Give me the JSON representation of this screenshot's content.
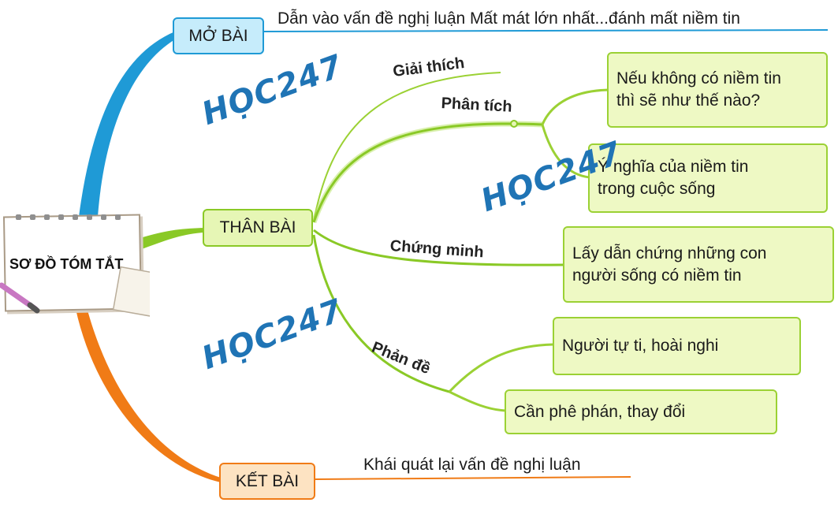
{
  "center": {
    "title": "SƠ ĐỒ TÓM TẮT"
  },
  "mo_bai": {
    "label": "MỞ BÀI",
    "text": "Dẫn vào vấn đề nghị luận Mất mát lớn nhất...đánh mất niềm tin"
  },
  "than_bai": {
    "label": "THÂN BÀI",
    "branches": {
      "giai_thich": "Giải thích",
      "phan_tich": "Phân tích",
      "chung_minh": "Chứng minh",
      "phan_de": "Phản đề"
    },
    "phan_tich_items": [
      "Nếu không có niềm tin\nthì sẽ như thế nào?",
      "Ý nghĩa của niềm tin\ntrong cuộc sống"
    ],
    "chung_minh_item": "Lấy dẫn chứng những con\nngười sống có niềm tin",
    "phan_de_items": [
      "Người tự ti, hoài nghi",
      "Cần phê phán, thay đổi"
    ]
  },
  "ket_bai": {
    "label": "KẾT BÀI",
    "text": "Khái quát lại vấn đề nghị luận"
  },
  "watermark": "HỌC247",
  "colors": {
    "mo_bai": "#1f9ad6",
    "than_bai": "#8ac926",
    "ket_bai": "#f07b16"
  }
}
